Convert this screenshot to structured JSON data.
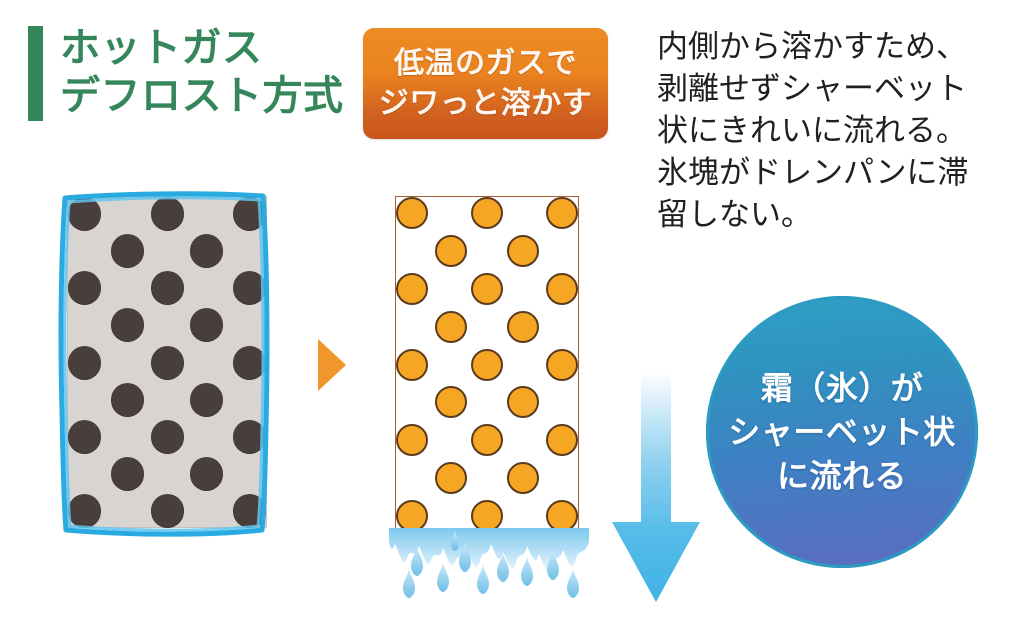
{
  "title": {
    "line1": "ホットガス",
    "line2": "デフロスト方式",
    "full": "ホットガス\nデフロスト方式",
    "accent_color": "#35875B"
  },
  "badge": {
    "line1": "低温のガスで",
    "line2": "ジワっと溶かす",
    "gradient_top": "#EE8C23",
    "gradient_bottom": "#C8551C"
  },
  "description": {
    "text": "内側から溶かすため、\n剥離せずシャーベット\n状にきれいに流れる。\n氷塊がドレンパンに滞\n留しない。",
    "lines": [
      "内側から溶かすため、",
      "剥離せずシャーベット",
      "状にきれいに流れる。",
      "氷塊がドレンパンに滞",
      "留しない。"
    ],
    "color": "#231F20"
  },
  "callout_circle": {
    "line1": "霜（氷）が",
    "line2": "シャーベット状",
    "line3": "に流れる",
    "full": "霜（氷）が\nシャーベット状\nに流れる",
    "gradient_top": "#2FA0C6",
    "gradient_bottom": "#5A6DBE"
  },
  "diagram": {
    "frosted_panel": {
      "label": "frosted-evaporator-coil",
      "panel_color": "#D7D4D1",
      "tube_color": "#483E3B",
      "frost_outline_color": "#29ABE2",
      "tube_rows": 9,
      "tube_counts": [
        3,
        2,
        3,
        2,
        3,
        2,
        3,
        2,
        3
      ],
      "tube_total": 23
    },
    "hot_gas_panel": {
      "label": "hot-gas-heated-coil",
      "panel_color": "#C07044",
      "tube_color": "#F5A623",
      "tube_outline_color": "#5C3A1E",
      "tube_rows": 9,
      "tube_counts": [
        3,
        2,
        3,
        2,
        3,
        2,
        3,
        2,
        3
      ],
      "tube_total": 23
    },
    "transition_arrow": {
      "direction": "right",
      "color": "#F0962B"
    },
    "flow_arrow": {
      "direction": "down",
      "color": "#45B4E8"
    },
    "drip": {
      "label": "melting-sherbet-water",
      "color": "#9ED6F2",
      "droplet_count": 10
    }
  }
}
